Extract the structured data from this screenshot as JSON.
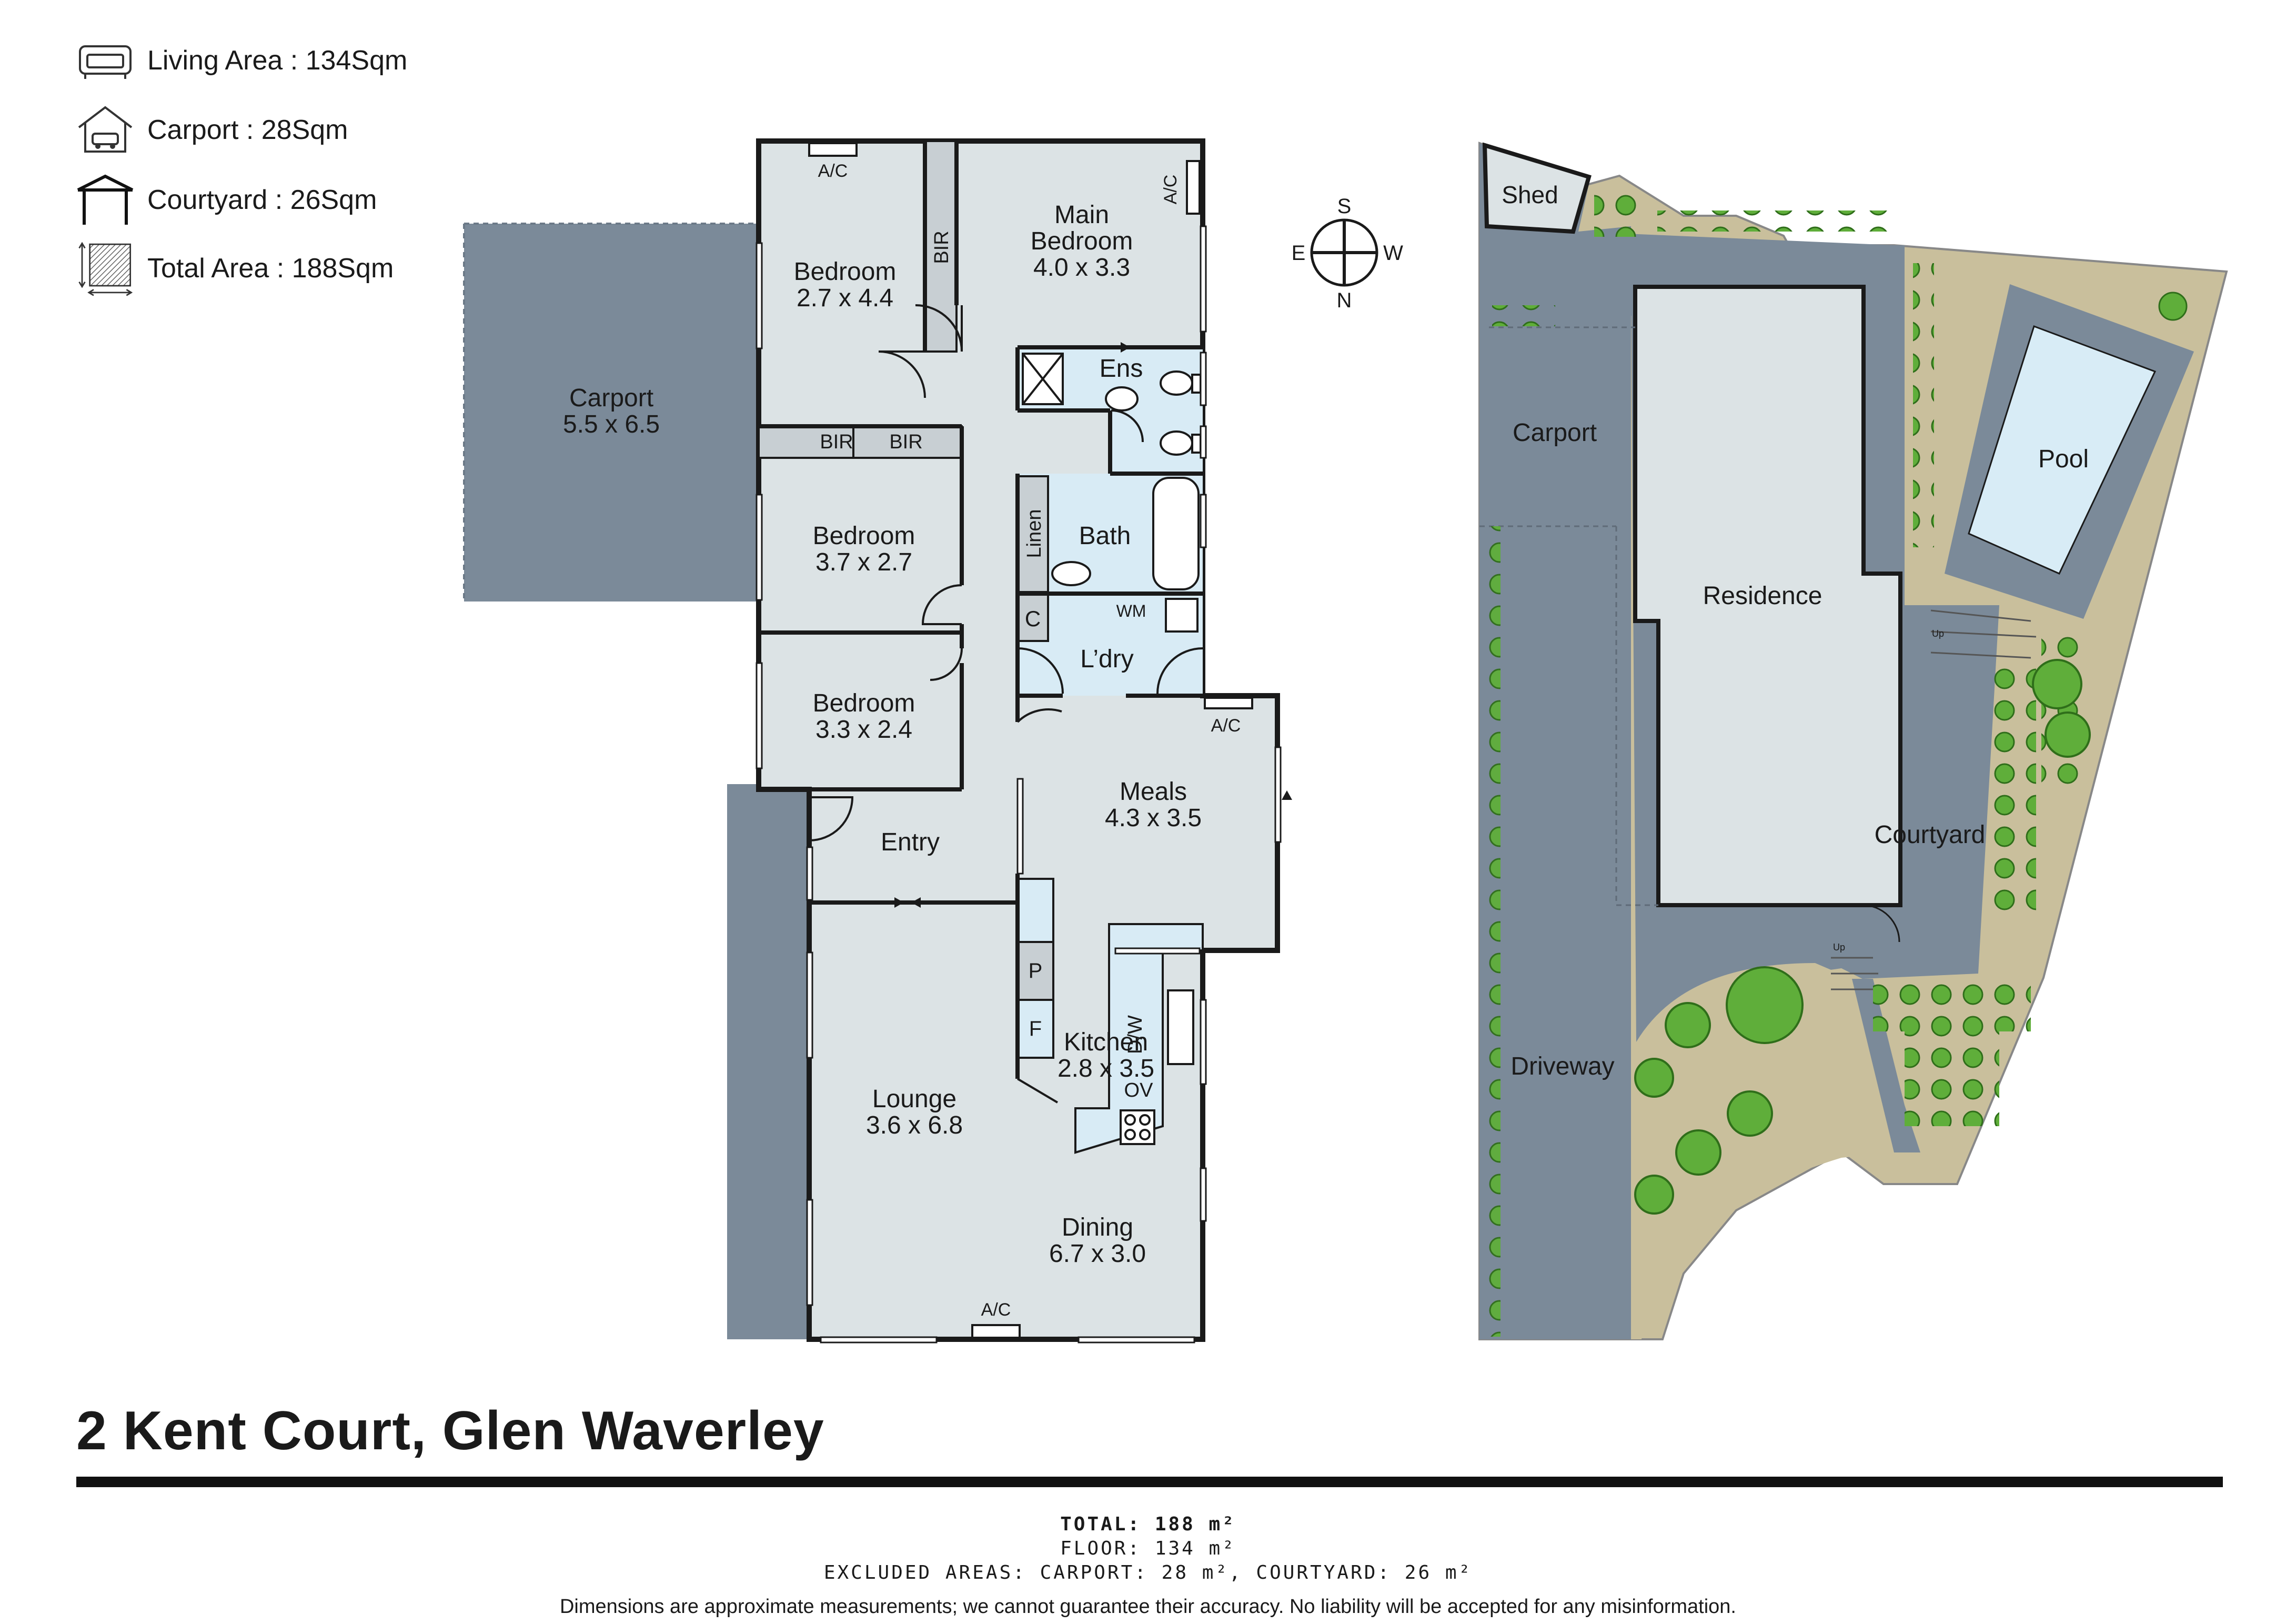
{
  "legend": {
    "living_area": "Living Area : 134Sqm",
    "carport": "Carport : 28Sqm",
    "courtyard": "Courtyard : 26Sqm",
    "total_area": "Total Area : 188Sqm",
    "icons": [
      "sofa-icon",
      "garage-car-icon",
      "pergola-icon",
      "area-icon"
    ]
  },
  "floorplan": {
    "carport_label": "Carport",
    "carport_size": "5.5 x 6.5",
    "bedroom_label": "Bedroom",
    "bedroom1_size": "2.7 x 4.4",
    "main_bedroom_label_line1": "Main",
    "main_bedroom_label_line2": "Bedroom",
    "main_bedroom_size": "4.0 x 3.3",
    "bedroom2_size": "3.7 x 2.7",
    "bedroom3_size": "3.3 x 2.4",
    "ens": "Ens",
    "bath": "Bath",
    "linen": "Linen",
    "ldry": "L’dry",
    "c": "C",
    "wm": "WM",
    "bir": "BIR",
    "ac": "A/C",
    "entry": "Entry",
    "meals_label": "Meals",
    "meals_size": "4.3 x 3.5",
    "p": "P",
    "f": "F",
    "dw": "D/W",
    "ov": "OV",
    "kitchen_label": "Kitchen",
    "kitchen_size": "2.8 x 3.5",
    "lounge_label": "Lounge",
    "lounge_size": "3.6 x 6.8",
    "dining_label": "Dining",
    "dining_size": "6.7 x 3.0"
  },
  "compass": {
    "s": "S",
    "e": "E",
    "w": "W",
    "n": "N"
  },
  "siteplan": {
    "shed": "Shed",
    "carport": "Carport",
    "residence": "Residence",
    "pool": "Pool",
    "courtyard": "Courtyard",
    "driveway": "Driveway",
    "up": "Up"
  },
  "title": "2 Kent Court, Glen Waverley",
  "summary": {
    "total": "TOTAL: 188 m²",
    "floor": "FLOOR: 134 m²",
    "excluded": "EXCLUDED AREAS: CARPORT: 28 m², COURTYARD: 26 m²"
  },
  "disclaimer": "Dimensions are approximate measurements; we cannot guarantee their accuracy. No liability will be accepted for any misinformation.",
  "colors": {
    "room_fill": "#dce3e5",
    "wet_fill": "#d8ebf5",
    "carport_fill": "#7b8a99",
    "wall": "#1a1a1a",
    "lawn": "#c9bf9c",
    "tree": "#5fae3a",
    "pool_water": "#d8ecf6",
    "cupboard": "#c8cfd3"
  }
}
